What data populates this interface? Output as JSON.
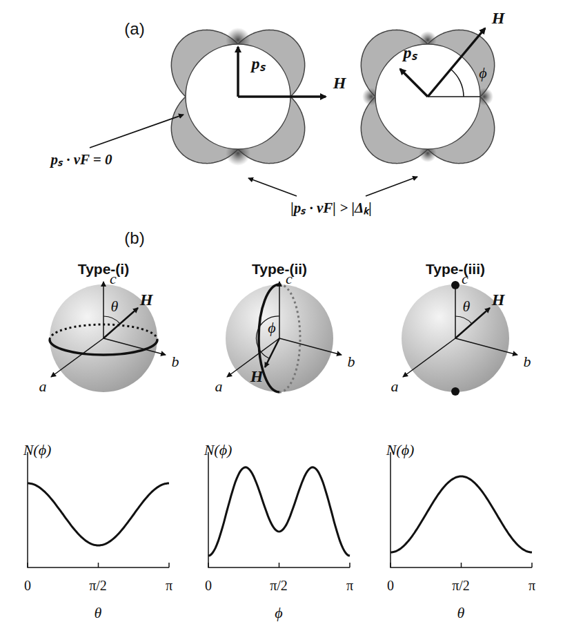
{
  "diagram": {
    "labels": [
      "(a)",
      "H",
      "pₛ",
      "pₛ · vF = 0",
      "H",
      "ϕ",
      "pₛ",
      "|pₛ · vF| > |Δₖ|",
      "(b)",
      "Type-(i)",
      "Type-(ii)",
      "Type-(iii)",
      "c",
      "θ",
      "H",
      "a",
      "b",
      "c",
      "ϕ",
      "H",
      "a",
      "b",
      "c",
      "θ",
      "H",
      "a",
      "b",
      "N(ϕ)",
      "0",
      "π/2",
      "π",
      "θ",
      "N(ϕ)",
      "0",
      "π/2",
      "π",
      "ϕ",
      "N(ϕ)",
      "0",
      "π/2",
      "π",
      "θ"
    ]
  }
}
